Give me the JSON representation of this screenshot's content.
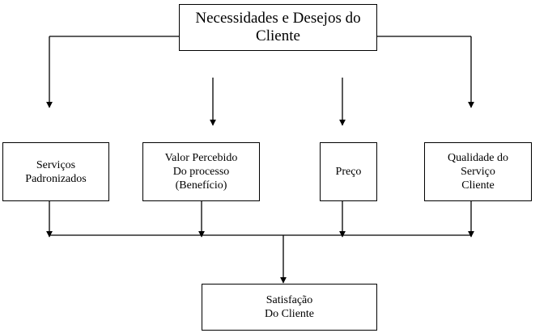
{
  "diagram": {
    "top_node": {
      "label": "Necessidades e Desejos do\nCliente"
    },
    "factors": [
      {
        "label": "Serviços\nPadronizados"
      },
      {
        "label": "Valor Percebido\nDo processo\n(Benefício)"
      },
      {
        "label": "Preço"
      },
      {
        "label": "Qualidade do\nServiço\nCliente"
      }
    ],
    "result_node": {
      "label": "Satisfação\nDo Cliente"
    }
  },
  "colors": {
    "line": "#000000",
    "background": "#ffffff",
    "text": "#000000"
  }
}
